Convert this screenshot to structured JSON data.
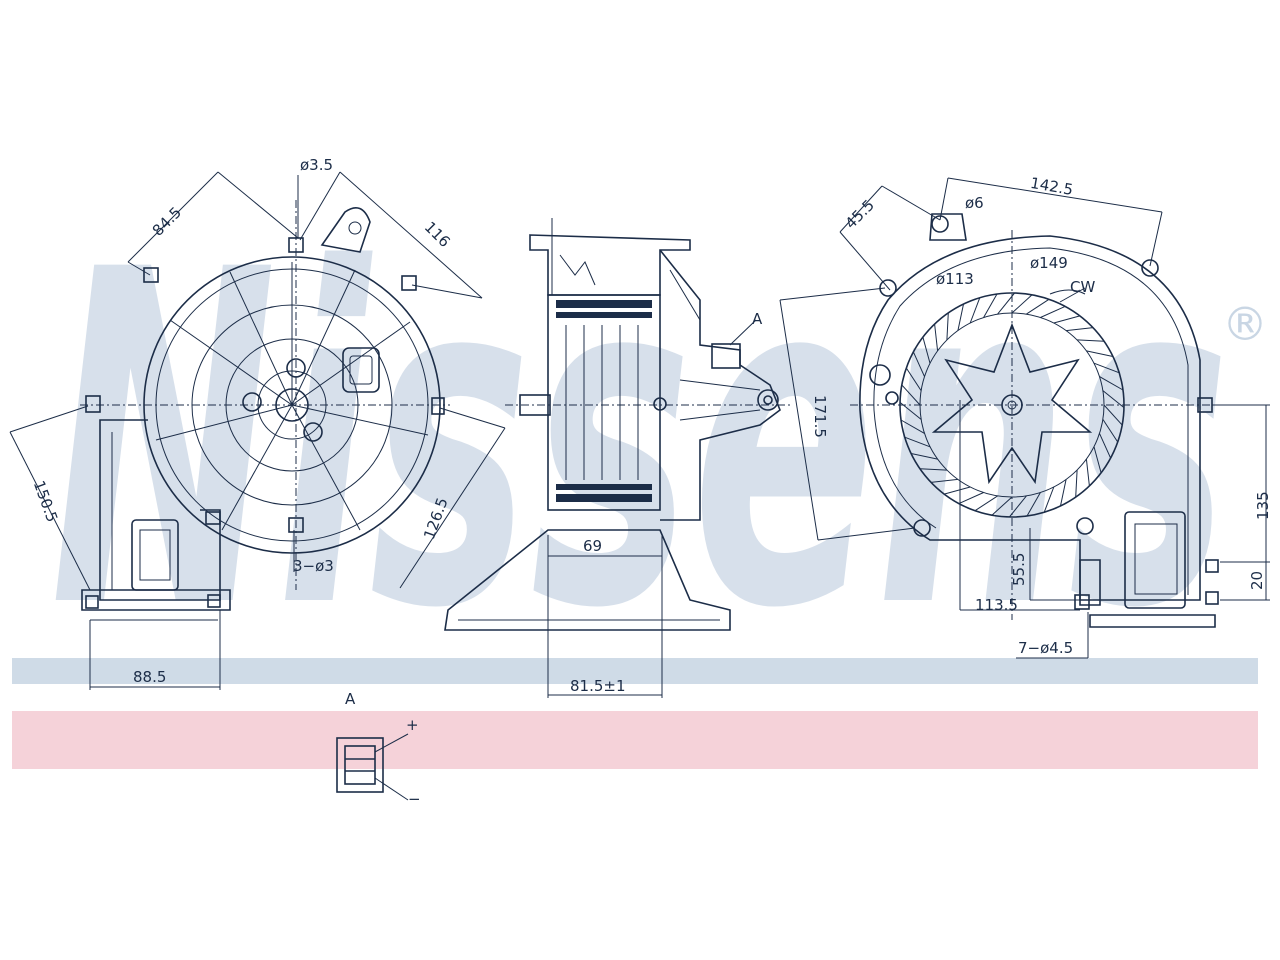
{
  "brand": {
    "watermark_text": "Nissens",
    "registered_mark": "®",
    "watermark_color": "#c9d6e4",
    "band_blue_color": "#cfdbe7",
    "band_pink_color": "#f5d2d9"
  },
  "line_color": "#1c2d48",
  "front_view": {
    "dims": {
      "d35": "ø3.5",
      "d845": "84.5",
      "d116": "116",
      "d1505": "150.5",
      "d1265": "126.5",
      "d3x3": "3−ø3",
      "d885": "88.5"
    }
  },
  "side_view": {
    "dims": {
      "d69": "69",
      "d815": "81.5±1",
      "connector_ref": "A"
    }
  },
  "rear_view": {
    "dims": {
      "d455": "45.5",
      "d1425": "142.5",
      "d6": "ø6",
      "d113": "ø113",
      "d149": "ø149",
      "rotation": "CW",
      "d1715": "171.5",
      "d135": "135",
      "d555": "55.5",
      "d20": "20",
      "d1135": "113.5",
      "d7x45": "7−ø4.5"
    }
  },
  "connector_detail": {
    "label": "A",
    "plus": "+",
    "minus": "−"
  }
}
